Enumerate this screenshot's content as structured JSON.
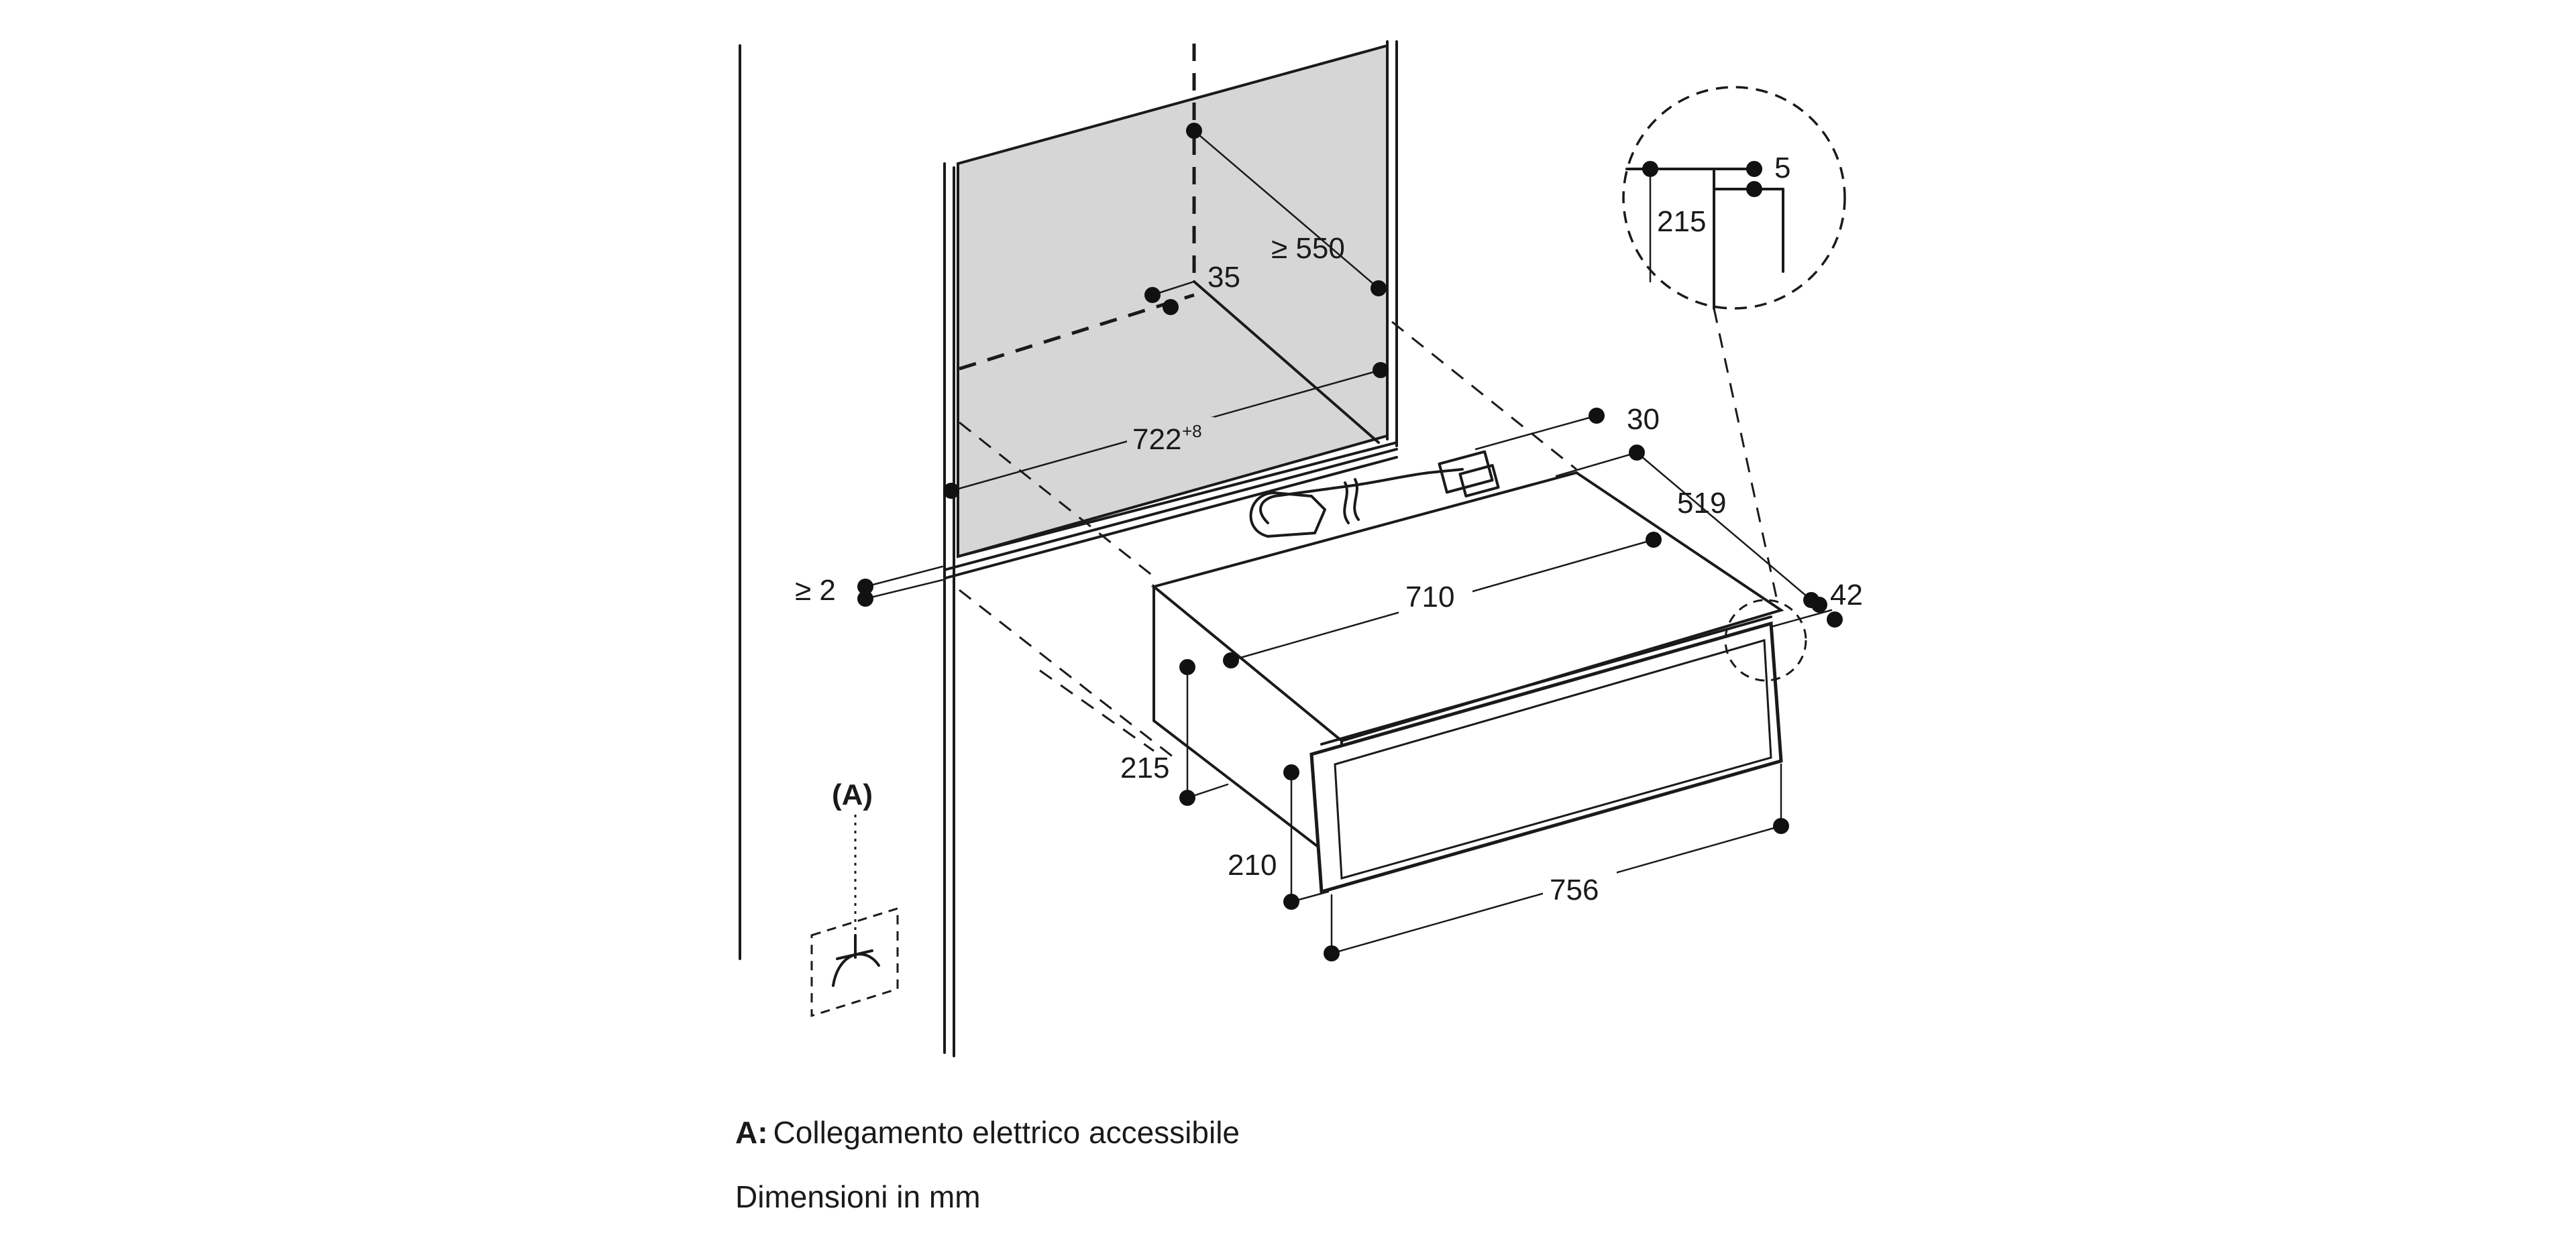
{
  "labels": {
    "d550": "≥ 550",
    "d35": "35",
    "d722": "722",
    "d722_tol": "+8",
    "d30": "30",
    "d519": "519",
    "d5": "5",
    "d215_detail": "215",
    "d42": "42",
    "d710": "710",
    "d2": "≥ 2",
    "d215": "215",
    "d210": "210",
    "d756": "756",
    "marker_a": "(A)"
  },
  "legend": {
    "a_key": "A:",
    "a_text": "Collegamento elettrico accessibile",
    "units": "Dimensioni in mm"
  },
  "colors": {
    "niche_fill": "#d6d6d6",
    "line": "#1a1a1a",
    "dot": "#111111"
  }
}
